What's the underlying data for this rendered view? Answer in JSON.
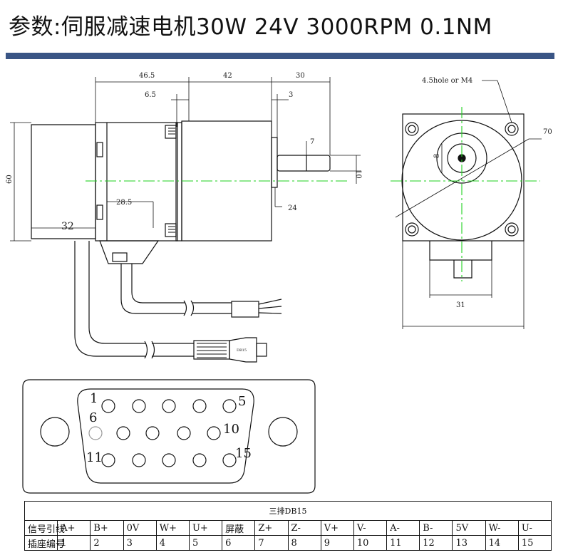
{
  "title": "参数:伺服减速电机30W 24V 3000RPM 0.1NM",
  "colors": {
    "accent_bar": "#3a5585",
    "centerline": "#1fd21f"
  },
  "side_view": {
    "dim_top_left": "46.5",
    "dim_top_mid": "42",
    "dim_top_right": "30",
    "dim_inner_left": "6.5",
    "dim_inner_right": "3",
    "dim_height": "60",
    "dim_key": "7",
    "dim_shaft": "10",
    "dim_flange": "24",
    "dim_cap": "28.5",
    "dim_bottom": "32",
    "connector_label": "DB15"
  },
  "front_view": {
    "hole_label": "4.5hole or M4",
    "dim_diag": "70",
    "dim_boss": "8",
    "dim_base": "31"
  },
  "db15": {
    "pin_labels": {
      "p1": "1",
      "p5": "5",
      "p6": "6",
      "p10": "10",
      "p11": "11",
      "p15": "15"
    }
  },
  "table": {
    "caption": "三排DB15",
    "row1_head": "信号引线",
    "row2_head": "插座编号",
    "signals": [
      "A+",
      "B+",
      "0V",
      "W+",
      "U+",
      "屏蔽",
      "Z+",
      "Z-",
      "V+",
      "V-",
      "A-",
      "B-",
      "5V",
      "W-",
      "U-"
    ],
    "pins": [
      "1",
      "2",
      "3",
      "4",
      "5",
      "6",
      "7",
      "8",
      "9",
      "10",
      "11",
      "12",
      "13",
      "14",
      "15"
    ]
  }
}
